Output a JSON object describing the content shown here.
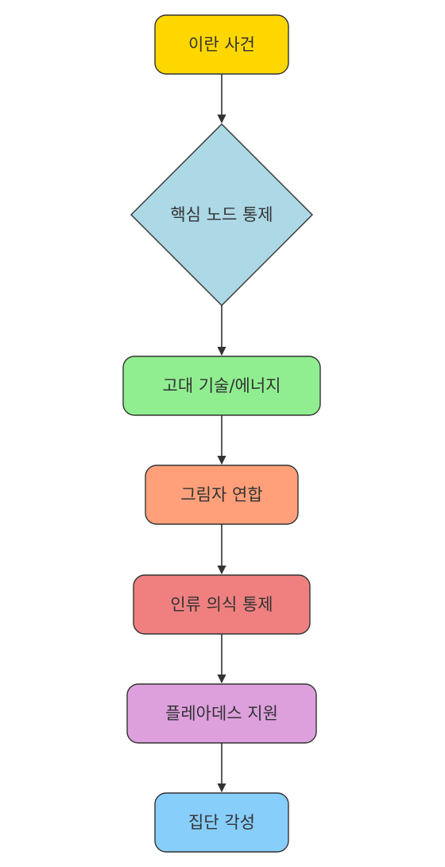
{
  "diagram": {
    "nodes": [
      {
        "id": "n1",
        "label": "이란 사건",
        "shape": "rounded-rect",
        "color": "#FFD700"
      },
      {
        "id": "n2",
        "label": "핵심 노드 통제",
        "shape": "diamond",
        "color": "#ADD8E6"
      },
      {
        "id": "n3",
        "label": "고대 기술/에너지",
        "shape": "rounded-rect",
        "color": "#90EE90"
      },
      {
        "id": "n4",
        "label": "그림자 연합",
        "shape": "rounded-rect",
        "color": "#FFA07A"
      },
      {
        "id": "n5",
        "label": "인류 의식 통제",
        "shape": "rounded-rect",
        "color": "#F08080"
      },
      {
        "id": "n6",
        "label": "플레아데스 지원",
        "shape": "rounded-rect",
        "color": "#DDA0DD"
      },
      {
        "id": "n7",
        "label": "집단 각성",
        "shape": "rounded-rect",
        "color": "#87CEFA"
      }
    ],
    "edges": [
      {
        "from": "n1",
        "to": "n2"
      },
      {
        "from": "n2",
        "to": "n3"
      },
      {
        "from": "n3",
        "to": "n4"
      },
      {
        "from": "n4",
        "to": "n5"
      },
      {
        "from": "n5",
        "to": "n6"
      },
      {
        "from": "n6",
        "to": "n7"
      }
    ],
    "stroke_color": "#333333"
  }
}
